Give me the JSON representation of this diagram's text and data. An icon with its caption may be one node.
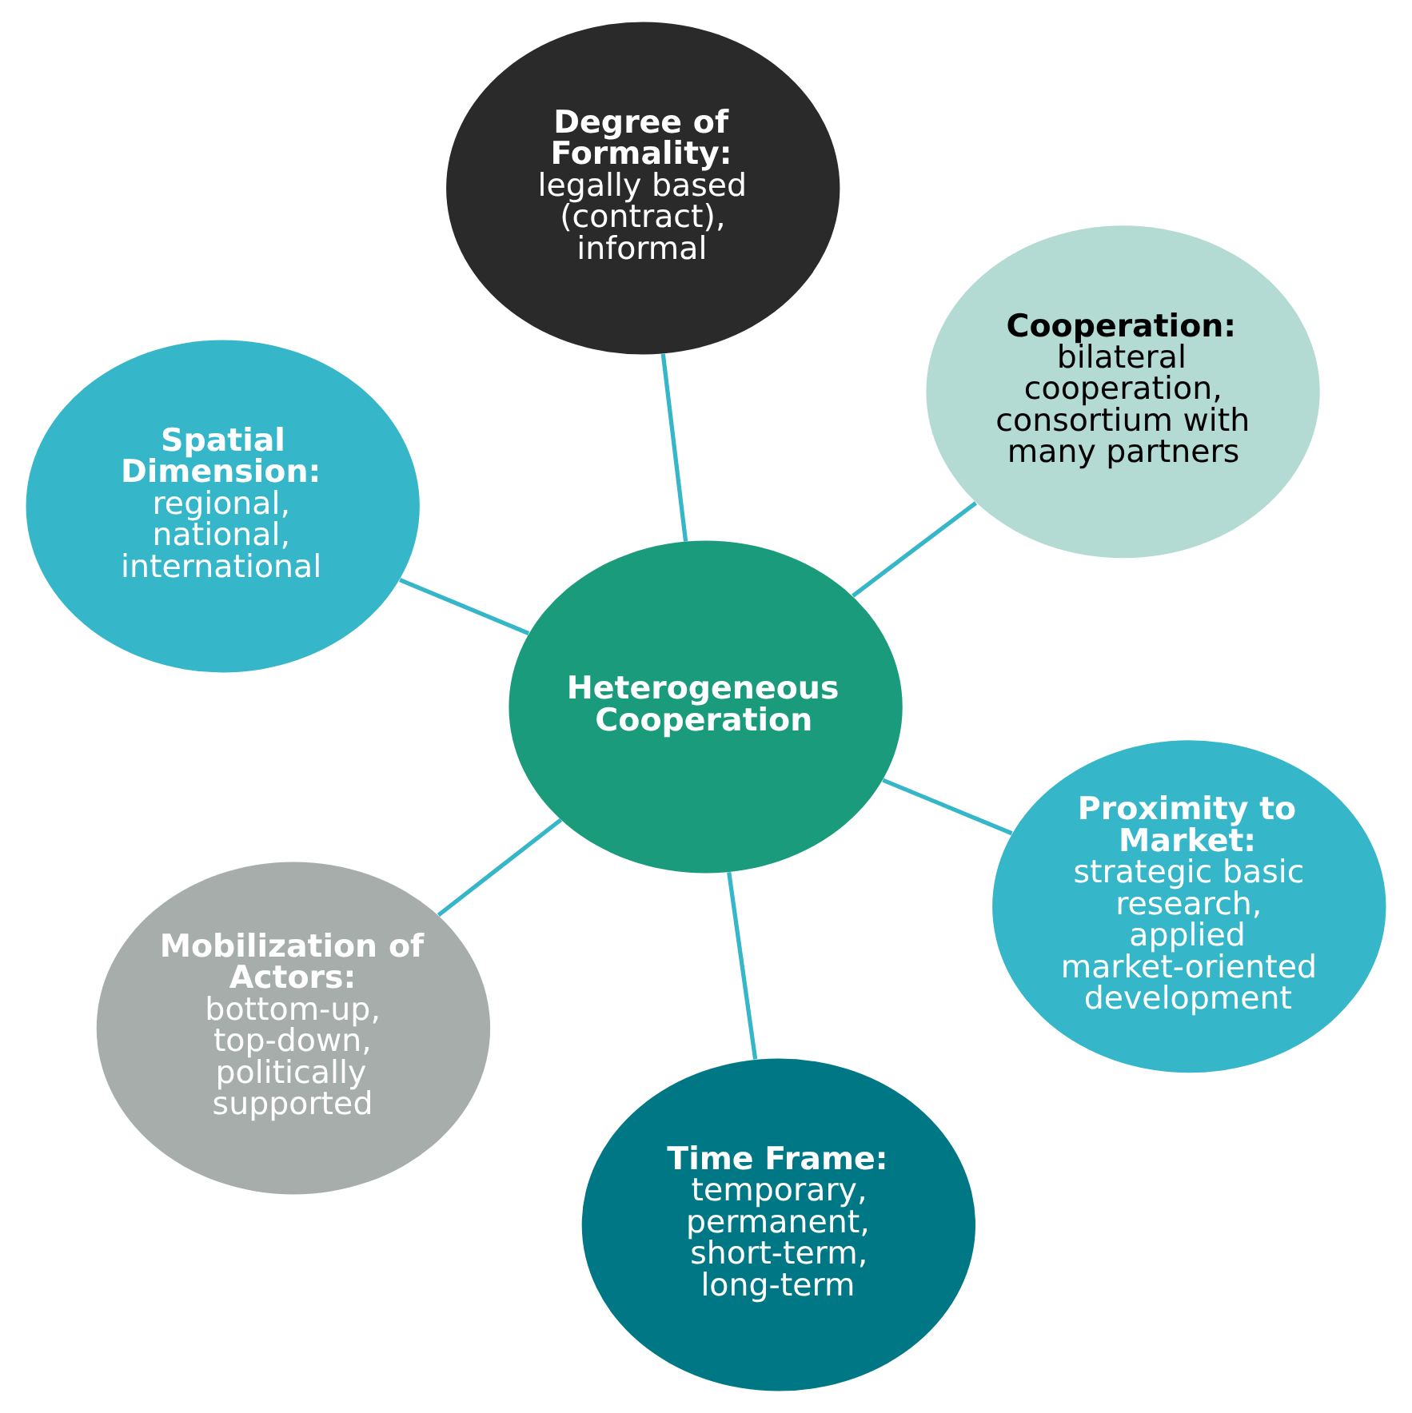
{
  "diagram": {
    "nodes": [
      {
        "text": [
          "Spatial Dimension:",
          "regional, national, international"
        ]
      },
      {
        "text": [
          "Proximity to Market:",
          "strategic basic research, applied market-oriented development"
        ]
      },
      {
        "text": [
          "Time Frame:",
          "temporary, permanent, short-term, long-term"
        ]
      },
      {
        "text": [
          "Heterogeneous Cooperation"
        ]
      },
      {
        "text": [
          "Cooperation:",
          "bilateral cooperation, consortium with many partners"
        ]
      },
      {
        "text": [
          "Degree of Formality:",
          "legally based (contract), informal"
        ]
      },
      {
        "text": [
          "Mobilization of Actors:",
          "bottom-up, top-down, politically supported"
        ]
      }
    ],
    "edges": [
      {
        "from": 3,
        "to": 0,
        "arrow": "none"
      },
      {
        "from": 3,
        "to": 1,
        "arrow": "none"
      },
      {
        "from": 3,
        "to": 2,
        "arrow": "none"
      },
      {
        "from": 3,
        "to": 4,
        "arrow": "none"
      },
      {
        "from": 3,
        "to": 5,
        "arrow": "none"
      },
      {
        "from": 3,
        "to": 6,
        "arrow": "none"
      }
    ]
  }
}
